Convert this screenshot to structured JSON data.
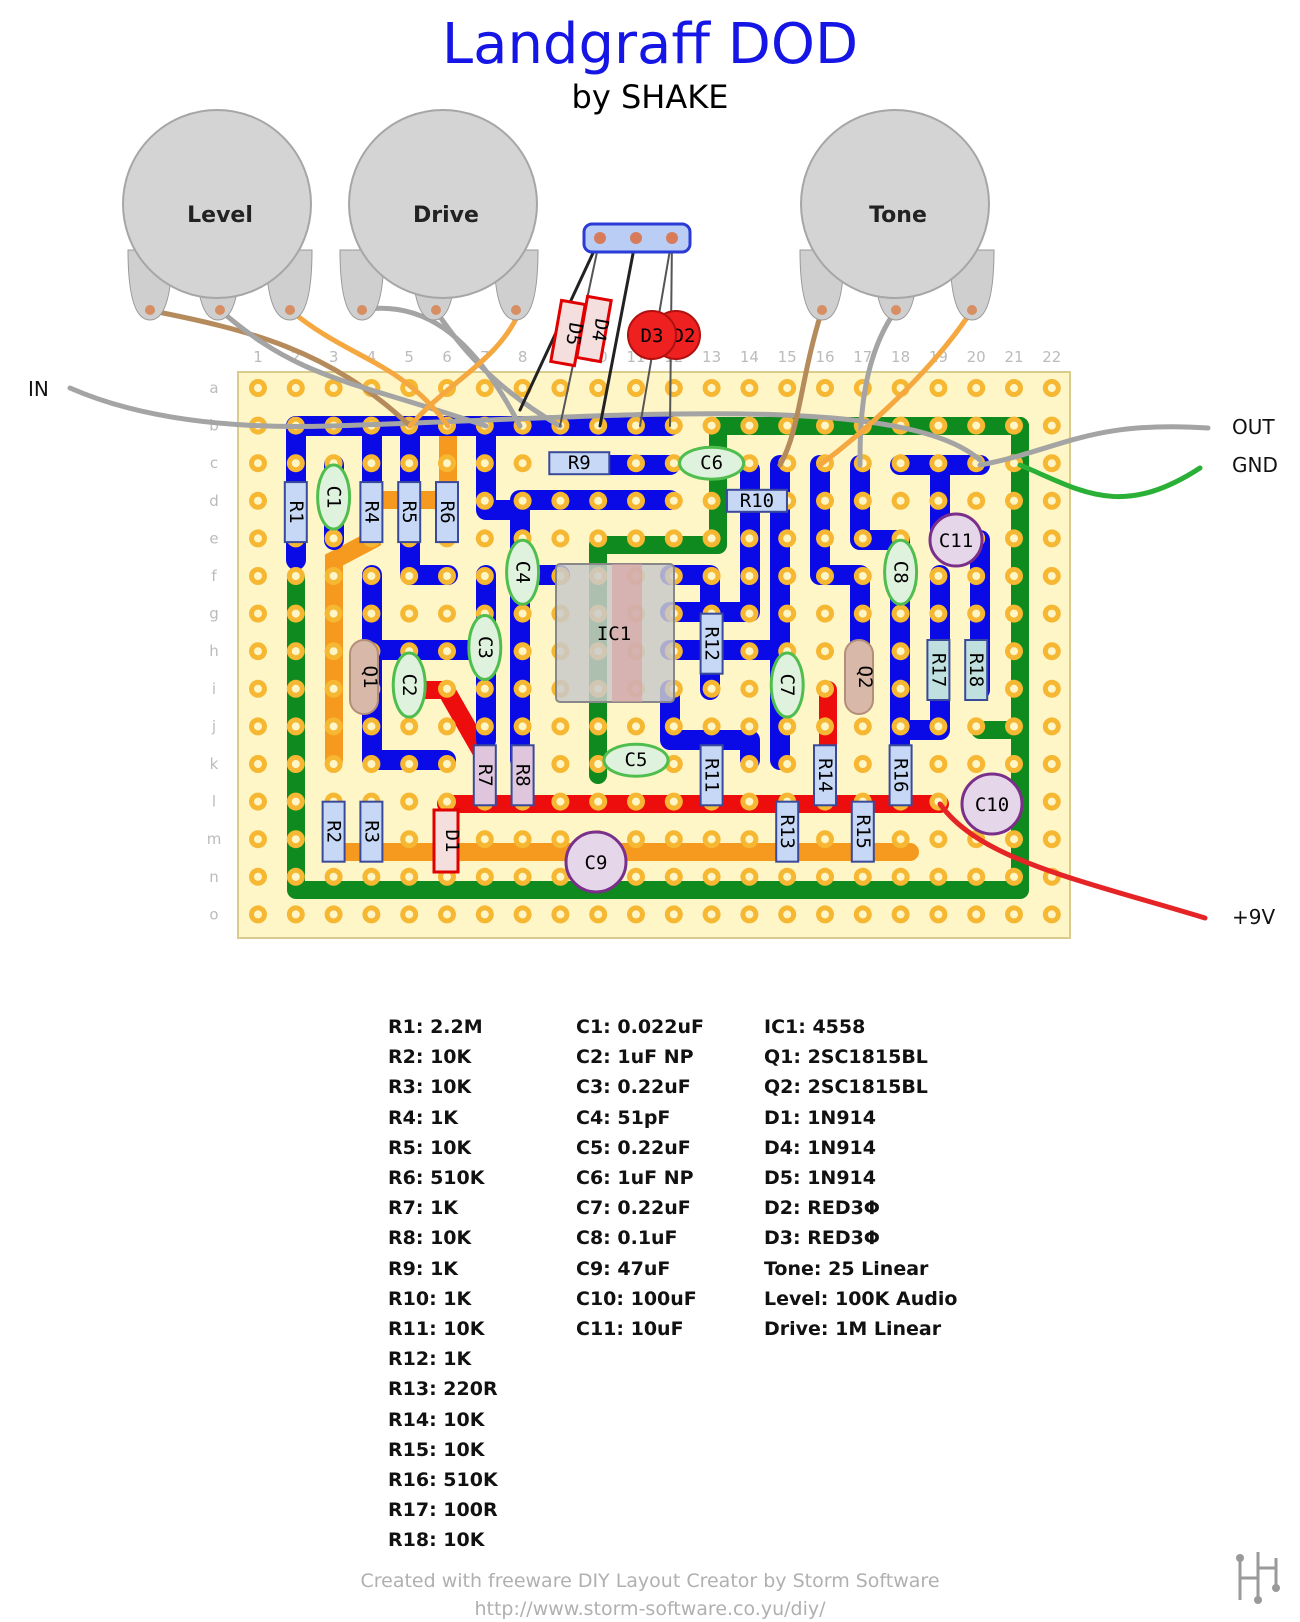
{
  "title": "Landgraff DOD",
  "subtitle": "by SHAKE",
  "pots": [
    {
      "label": "Level"
    },
    {
      "label": "Drive"
    },
    {
      "label": "Tone"
    }
  ],
  "connectors": {
    "in": "IN",
    "out": "OUT",
    "gnd": "GND",
    "v9": "+9V"
  },
  "row_letters": [
    "a",
    "b",
    "c",
    "d",
    "e",
    "f",
    "g",
    "h",
    "i",
    "j",
    "k",
    "l",
    "m",
    "n",
    "o"
  ],
  "column_numbers": [
    "1",
    "2",
    "3",
    "4",
    "5",
    "6",
    "7",
    "8",
    "9",
    "10",
    "11",
    "12",
    "13",
    "14",
    "15",
    "16",
    "17",
    "18",
    "19",
    "20",
    "21",
    "22"
  ],
  "components": {
    "resistors": [
      {
        "label": "R1"
      },
      {
        "label": "R2"
      },
      {
        "label": "R3"
      },
      {
        "label": "R4"
      },
      {
        "label": "R5"
      },
      {
        "label": "R6"
      },
      {
        "label": "R7"
      },
      {
        "label": "R8"
      },
      {
        "label": "R9"
      },
      {
        "label": "R10"
      },
      {
        "label": "R11"
      },
      {
        "label": "R12"
      },
      {
        "label": "R13"
      },
      {
        "label": "R14"
      },
      {
        "label": "R15"
      },
      {
        "label": "R16"
      },
      {
        "label": "R17"
      },
      {
        "label": "R18"
      }
    ],
    "film_caps": [
      {
        "label": "C1"
      },
      {
        "label": "C2"
      },
      {
        "label": "C3"
      },
      {
        "label": "C4"
      },
      {
        "label": "C5"
      },
      {
        "label": "C6"
      },
      {
        "label": "C7"
      },
      {
        "label": "C8"
      }
    ],
    "electrolytic_caps": [
      {
        "label": "C9"
      },
      {
        "label": "C10"
      },
      {
        "label": "C11"
      }
    ],
    "transistors": [
      {
        "label": "Q1"
      },
      {
        "label": "Q2"
      }
    ],
    "ic": {
      "label": "IC1"
    },
    "diodes": [
      {
        "label": "D1"
      },
      {
        "label": "D4"
      },
      {
        "label": "D5"
      }
    ],
    "leds": [
      {
        "label": "D3"
      },
      {
        "label": "D2"
      }
    ]
  },
  "parts_list": {
    "resistors": [
      "R1: 2.2M",
      "R2: 10K",
      "R3: 10K",
      "R4: 1K",
      "R5: 10K",
      "R6: 510K",
      "R7: 1K",
      "R8: 10K",
      "R9: 1K",
      "R10: 1K",
      "R11: 10K",
      "R12: 1K",
      "R13: 220R",
      "R14: 10K",
      "R15: 10K",
      "R16: 510K",
      "R17: 100R",
      "R18: 10K"
    ],
    "capacitors": [
      "C1: 0.022uF",
      "C2: 1uF NP",
      "C3: 0.22uF",
      "C4: 51pF",
      "C5: 0.22uF",
      "C6: 1uF NP",
      "C7: 0.22uF",
      "C8: 0.1uF",
      "C9: 47uF",
      "C10: 100uF",
      "C11: 10uF"
    ],
    "others": [
      "IC1: 4558",
      "Q1: 2SC1815BL",
      "Q2: 2SC1815BL",
      "D1: 1N914",
      "D4: 1N914",
      "D5: 1N914",
      "D2: RED3Φ",
      "D3: RED3Φ",
      "Tone: 25 Linear",
      "Level: 100K Audio",
      "Drive: 1M Linear"
    ]
  },
  "footer": {
    "credit": "Created with freeware DIY Layout Creator by Storm Software",
    "url": "http://www.storm-software.co.yu/diy/"
  },
  "colors": {
    "board": "#fff6c8",
    "trace_blue": "#0a0ae6",
    "trace_green": "#0f8a1e",
    "trace_red": "#ee0d0d",
    "trace_orange": "#f59a1e",
    "pad": "#f6b733",
    "wire_gray": "#a4a4a4",
    "wire_green": "#2ab036",
    "wire_red": "#e52525",
    "title_blue": "#1515e6"
  }
}
